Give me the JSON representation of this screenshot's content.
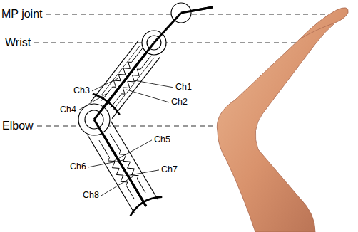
{
  "diagram": {
    "labels": [
      "MP joint",
      "Wrist",
      "Elbow",
      "Ch3",
      "Ch1",
      "Ch2",
      "Ch4",
      "Ch5",
      "Ch6",
      "Ch7",
      "Ch8"
    ]
  }
}
